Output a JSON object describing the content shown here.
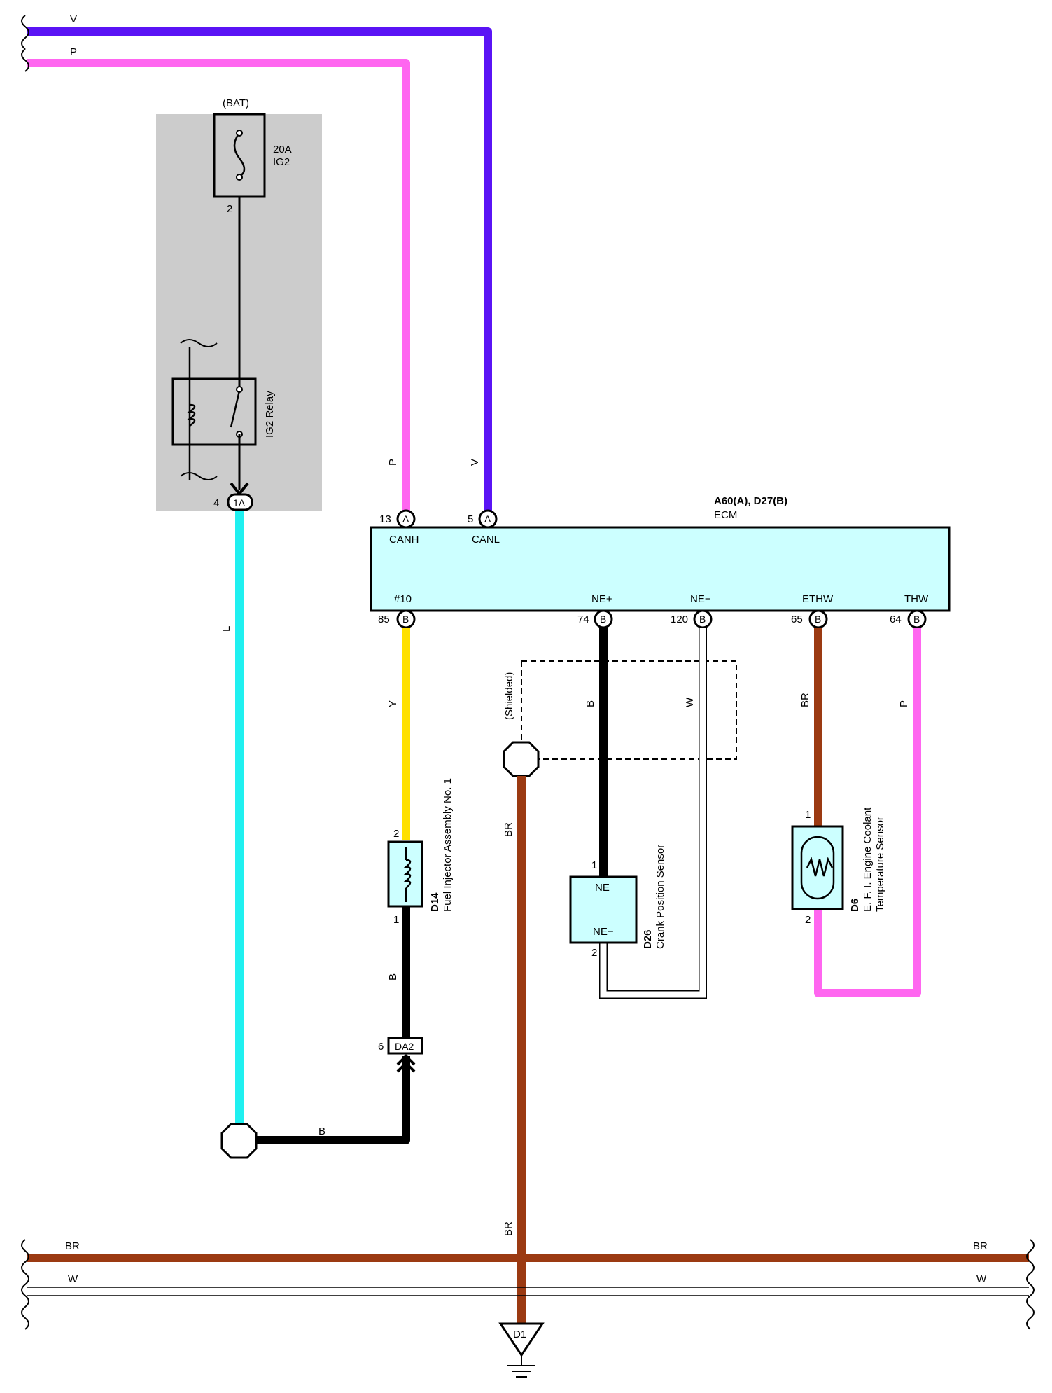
{
  "colors": {
    "V": "#5a14f5",
    "P": "#ff66f0",
    "L": "#1ff0f0",
    "Y": "#ffe000",
    "B": "#000000",
    "BR": "#9b3a12",
    "W": "#ffffff",
    "ecm_fill": "#ccffff",
    "junction_fill": "#cccccc"
  },
  "bus": {
    "top_v_label": "V",
    "top_p_label": "P",
    "bottom_br_left": "BR",
    "bottom_br_right": "BR",
    "bottom_w_left": "W",
    "bottom_w_right": "W"
  },
  "junction": {
    "bat_label": "(BAT)",
    "fuse_amp": "20A",
    "fuse_name": "IG2",
    "fuse_pin": "2",
    "relay_name": "IG2 Relay",
    "conn_pin": "4",
    "conn_code": "1A"
  },
  "ecm": {
    "code": "A60(A), D27(B)",
    "name": "ECM",
    "pins_top": [
      {
        "num": "13",
        "conn": "A",
        "signal": "CANH",
        "wire": "P"
      },
      {
        "num": "5",
        "conn": "A",
        "signal": "CANL",
        "wire": "V"
      }
    ],
    "pins_bottom": [
      {
        "num": "85",
        "conn": "B",
        "signal": "#10",
        "wire": "Y"
      },
      {
        "num": "74",
        "conn": "B",
        "signal": "NE+",
        "wire": "B"
      },
      {
        "num": "120",
        "conn": "B",
        "signal": "NE−",
        "wire": "W"
      },
      {
        "num": "65",
        "conn": "B",
        "signal": "ETHW",
        "wire": "BR"
      },
      {
        "num": "64",
        "conn": "B",
        "signal": "THW",
        "wire": "P"
      }
    ]
  },
  "wires": {
    "junction_out": "L",
    "injector_out": "B",
    "ground_link": "B",
    "shield_drain": "BR",
    "ground_drop": "BR"
  },
  "shield": {
    "label": "(Shielded)"
  },
  "injector": {
    "code": "D14",
    "name": "Fuel Injector Assembly No. 1",
    "pin_top": "2",
    "pin_bottom": "1"
  },
  "da2": {
    "pin": "6",
    "code": "DA2"
  },
  "crank": {
    "code": "D26",
    "name": "Crank Position Sensor",
    "term_top": "NE",
    "term_bottom": "NE−",
    "pin_top": "1",
    "pin_bottom": "2"
  },
  "coolant": {
    "code": "D6",
    "name_line1": "E. F. I. Engine Coolant",
    "name_line2": "Temperature Sensor",
    "pin_top": "1",
    "pin_bottom": "2"
  },
  "ground": {
    "code": "D1"
  }
}
